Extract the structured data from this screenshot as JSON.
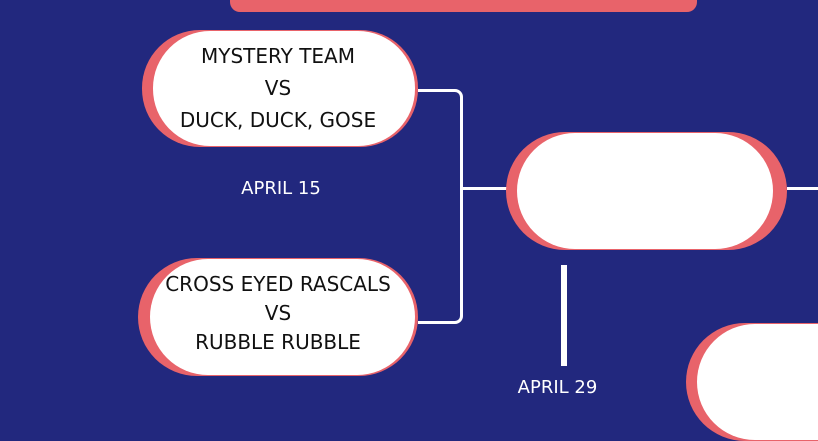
{
  "colors": {
    "background": "#22287e",
    "accent": "#e8636a",
    "card": "#ffffff"
  },
  "round1": [
    {
      "team1": "MYSTERY TEAM",
      "vs": "VS",
      "team2": "DUCK, DUCK, GOSE"
    },
    {
      "team1": "CROSS EYED RASCALS",
      "vs": "VS",
      "team2": "RUBBLE RUBBLE"
    }
  ],
  "dates": {
    "round1": "APRIL 15",
    "round2": "APRIL 29"
  }
}
